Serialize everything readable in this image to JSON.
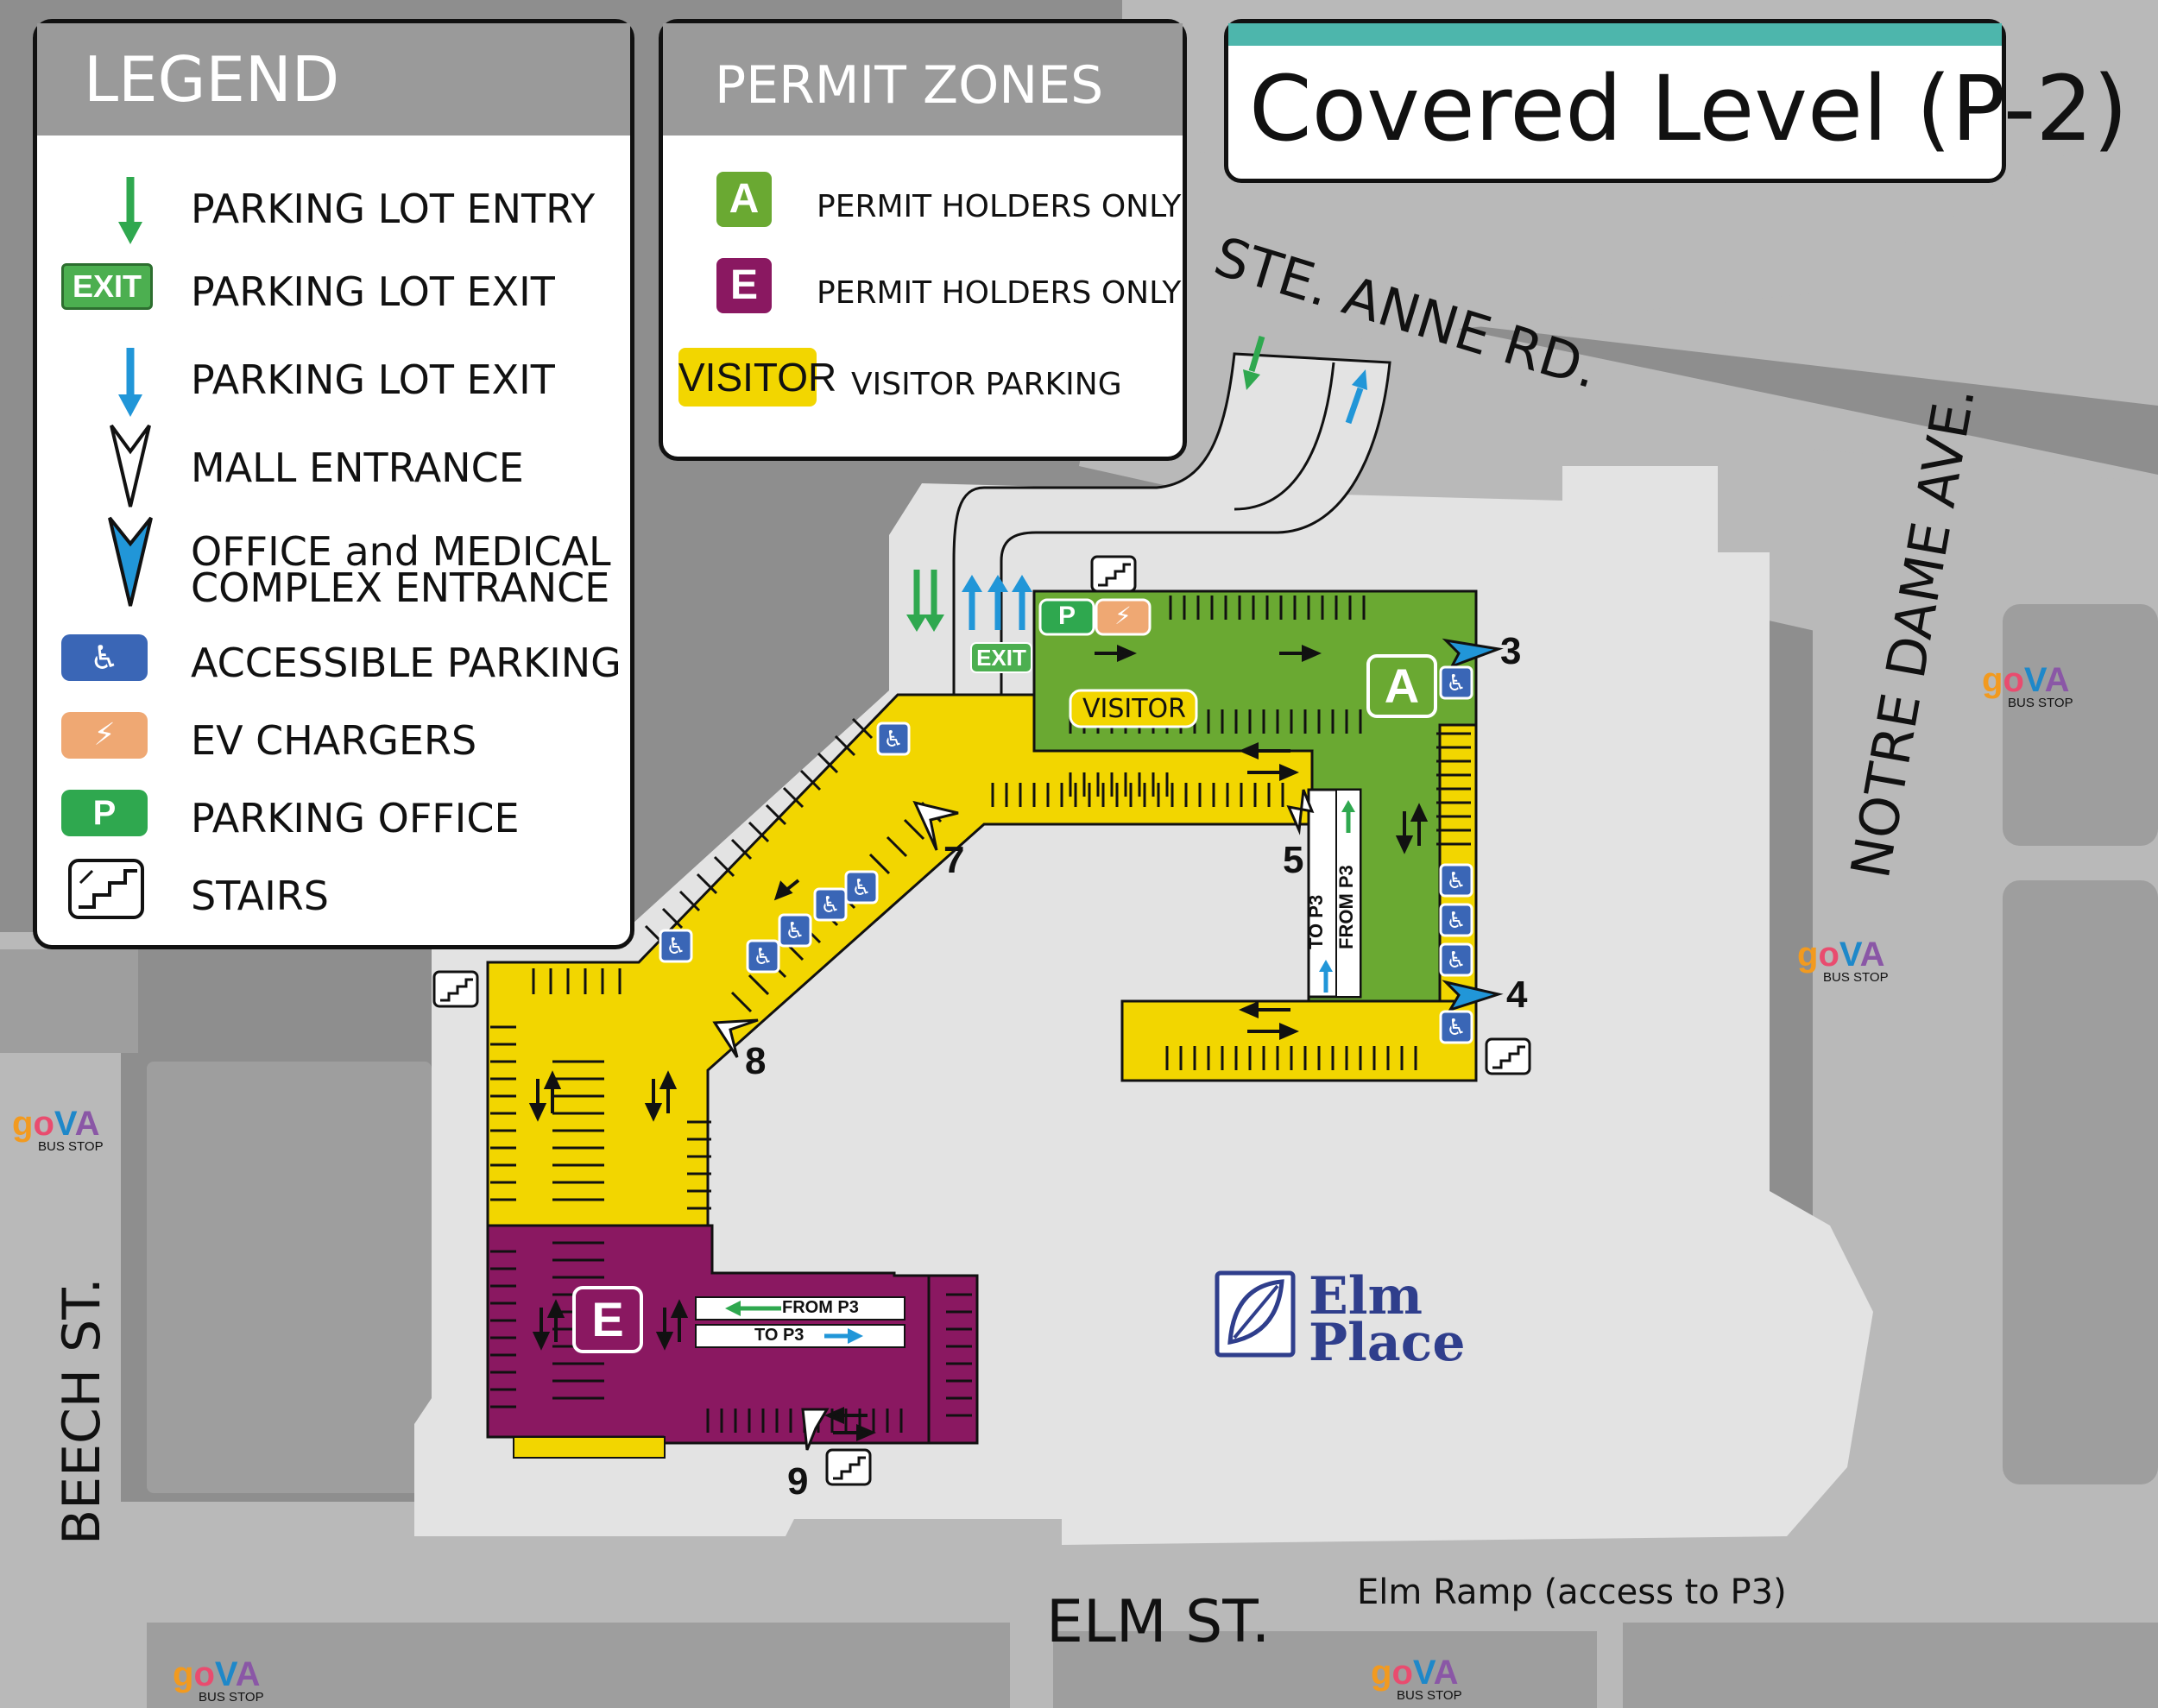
{
  "title": "Covered Level (P-2)",
  "legend": {
    "heading": "LEGEND",
    "items": [
      {
        "label": "PARKING LOT ENTRY",
        "icon": "green-down-arrow-icon"
      },
      {
        "label": "PARKING LOT EXIT",
        "icon": "exit-sign-icon",
        "icon_text": "EXIT"
      },
      {
        "label": "PARKING LOT EXIT",
        "icon": "blue-down-arrow-icon"
      },
      {
        "label": "MALL ENTRANCE",
        "icon": "white-arrowhead-icon"
      },
      {
        "label": "OFFICE and MEDICAL",
        "label2": "COMPLEX ENTRANCE",
        "icon": "blue-arrowhead-icon"
      },
      {
        "label": "ACCESSIBLE PARKING",
        "icon": "wheelchair-icon"
      },
      {
        "label": "EV CHARGERS",
        "icon": "ev-charger-icon"
      },
      {
        "label": "PARKING OFFICE",
        "icon": "parking-office-icon",
        "icon_text": "P"
      },
      {
        "label": "STAIRS",
        "icon": "stairs-icon"
      }
    ]
  },
  "permit_zones": {
    "heading": "PERMIT ZONES",
    "items": [
      {
        "badge": "A",
        "label": "PERMIT HOLDERS ONLY",
        "color": "#6aa932"
      },
      {
        "badge": "E",
        "label": "PERMIT HOLDERS ONLY",
        "color": "#8a1861"
      },
      {
        "badge": "VISITOR",
        "label": "VISITOR PARKING",
        "color": "#f2d600"
      }
    ]
  },
  "streets": {
    "ste_anne": "STE. ANNE RD.",
    "notre_dame": "NOTRE DAME AVE.",
    "beech": "BEECH ST.",
    "elm": "ELM ST.",
    "elm_ramp": "Elm Ramp (access to P3)"
  },
  "zone_labels": {
    "visitor": "VISITOR",
    "a": "A",
    "e": "E",
    "exit_sign": "EXIT",
    "parking_office": "P"
  },
  "ramps": {
    "to_p3_vertical": "TO P3",
    "from_p3_vertical": "FROM P3",
    "from_p3": "FROM P3",
    "to_p3": "TO P3"
  },
  "entrances": [
    "3",
    "4",
    "5",
    "7",
    "8",
    "9"
  ],
  "bus_stop": {
    "brand": [
      "g",
      "o",
      "V",
      "A"
    ],
    "label": "BUS STOP"
  },
  "logo": {
    "line1": "Elm",
    "line2": "Place"
  },
  "colors": {
    "green_zone": "#6aa932",
    "yellow_zone": "#f2d600",
    "purple_zone": "#8a1861",
    "accessible_blue": "#3a66b6",
    "ev_orange": "#efa873",
    "title_accent": "#4db6ac",
    "building_gray": "#e3e3e3",
    "road_gray": "#b9b9b9"
  }
}
